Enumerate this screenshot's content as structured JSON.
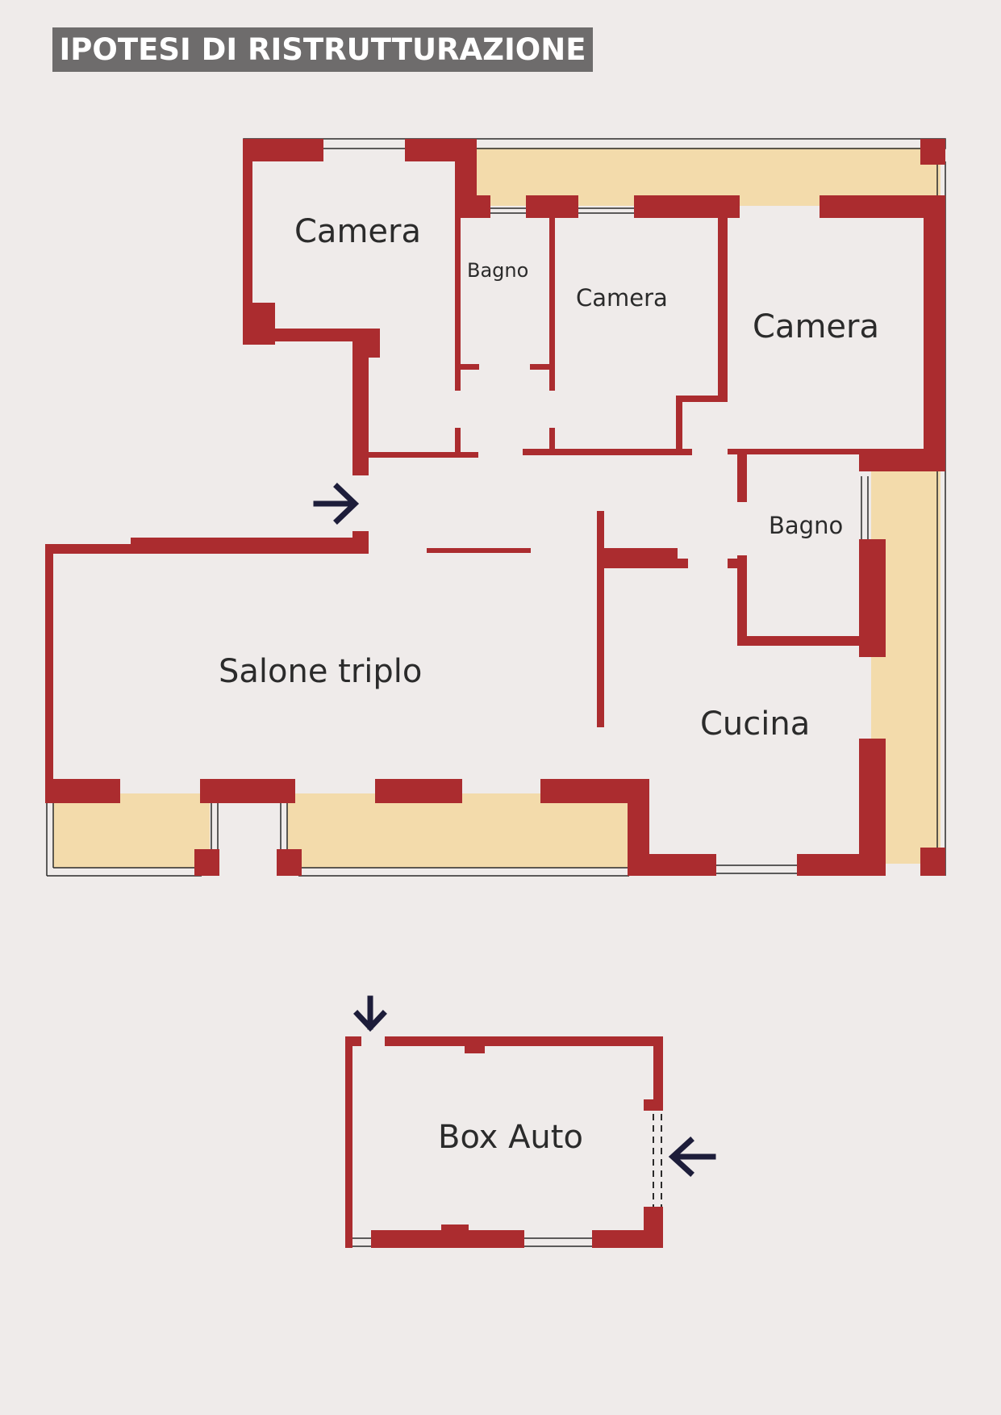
{
  "title": "IPOTESI DI RISTRUTTURAZIONE",
  "colors": {
    "background": "#efebea",
    "wall": "#ab2c2f",
    "balcony": "#f3dbab",
    "banner": "#6e6c6c",
    "arrow": "#1d1d3a",
    "text": "#2b2b2b"
  },
  "rooms": {
    "camera_1": "Camera",
    "bagno_1": "Bagno",
    "camera_2": "Camera",
    "camera_3": "Camera",
    "bagno_2": "Bagno",
    "salone": "Salone triplo",
    "cucina": "Cucina",
    "box": "Box Auto"
  },
  "icons": {
    "entrance": "arrow-right-icon",
    "box_entrance_top": "arrow-down-icon",
    "box_entrance_side": "arrow-left-icon"
  }
}
